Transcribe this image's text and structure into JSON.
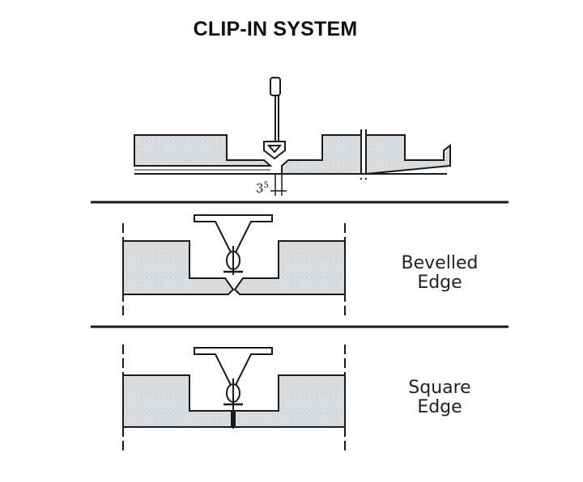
{
  "title": "CLIP-IN SYSTEM",
  "dimension": {
    "main": "3",
    "sup": "5"
  },
  "sections": [
    {
      "label_line1": "Bevelled",
      "label_line2": "Edge"
    },
    {
      "label_line1": "Square",
      "label_line2": "Edge"
    }
  ],
  "colors": {
    "panel_fill": "#d9dde0",
    "line": "#1a1a1a"
  }
}
